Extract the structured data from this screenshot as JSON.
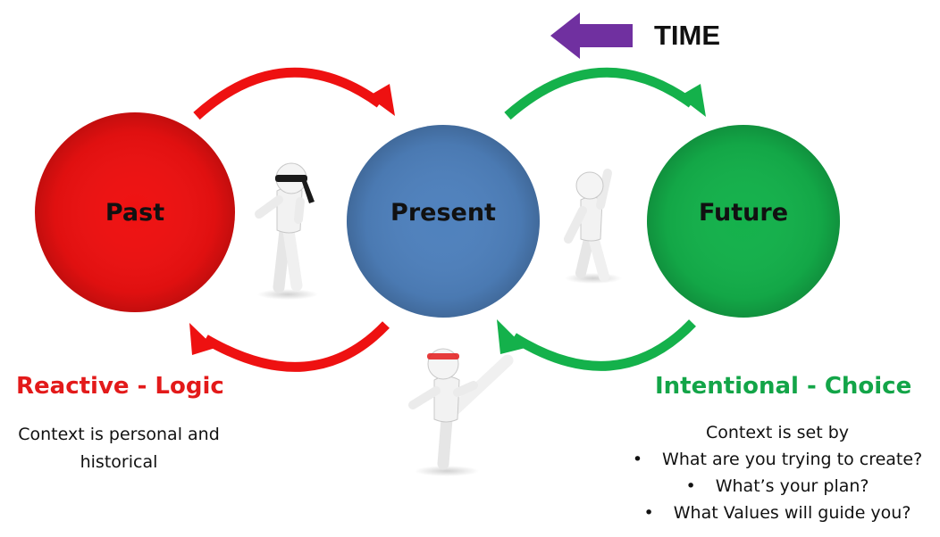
{
  "time_label": "TIME",
  "circles": {
    "past": "Past",
    "present": "Present",
    "future": "Future"
  },
  "past_caption": {
    "heading": "Reactive - Logic",
    "description": "Context is personal and historical"
  },
  "future_caption": {
    "heading": "Intentional - Choice",
    "description": "Context is set by",
    "questions": [
      "What are you trying to create?",
      "What’s your plan?",
      "What Values will guide you?"
    ]
  },
  "colors": {
    "past": "#ee1111",
    "present": "#4f81bd",
    "future": "#14b14b",
    "time_arrow": "#7030a0",
    "past_heading": "#e31a1a",
    "future_heading": "#13a548"
  },
  "icons": [
    "time-arrow-icon",
    "stick-figure-blindfolded-icon",
    "stick-figure-thinking-icon",
    "stick-figure-kicking-icon"
  ]
}
